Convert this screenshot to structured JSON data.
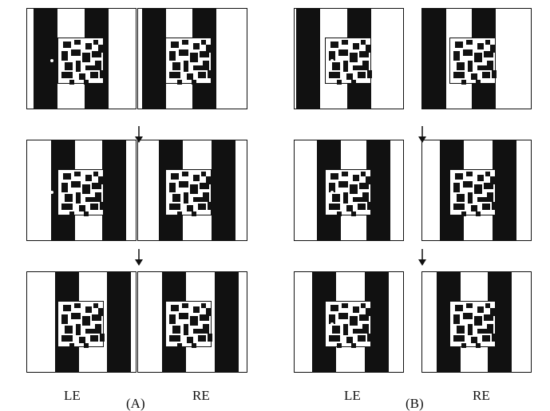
{
  "colors": {
    "ink": "#111111",
    "paper": "#ffffff"
  },
  "groups": [
    {
      "label": "(A)",
      "eyes": [
        "LE",
        "RE"
      ]
    },
    {
      "label": "(B)",
      "eyes": [
        "LE",
        "RE"
      ]
    }
  ],
  "labels": {
    "a_left": "LE",
    "a_right": "RE",
    "a_set": "(A)",
    "b_left": "LE",
    "b_right": "RE",
    "b_set": "(B)"
  }
}
